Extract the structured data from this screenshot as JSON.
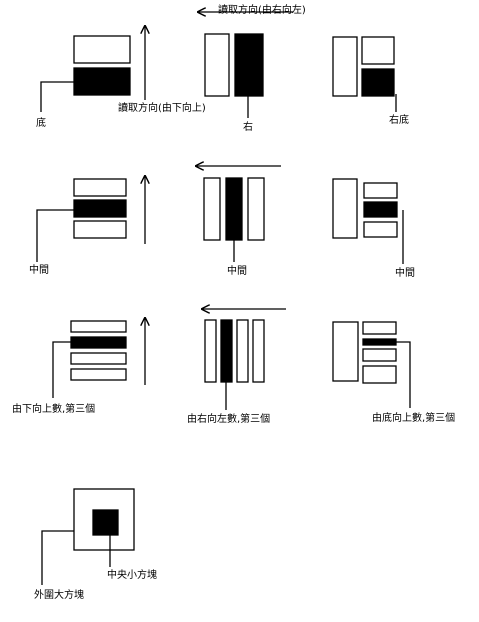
{
  "labels": {
    "read_rtl": "讀取方向(由右向左)",
    "read_btu": "讀取方向(由下向上)",
    "bottom": "底",
    "right": "右",
    "right_bottom": "右底",
    "middle": "中間",
    "third_from_bottom": "由下向上數,第三個",
    "third_from_right": "由右向左數,第三個",
    "third_from_bottom_right": "由底向上數,第三個",
    "center_small_block": "中央小方塊",
    "outer_big_block": "外圍大方塊"
  }
}
